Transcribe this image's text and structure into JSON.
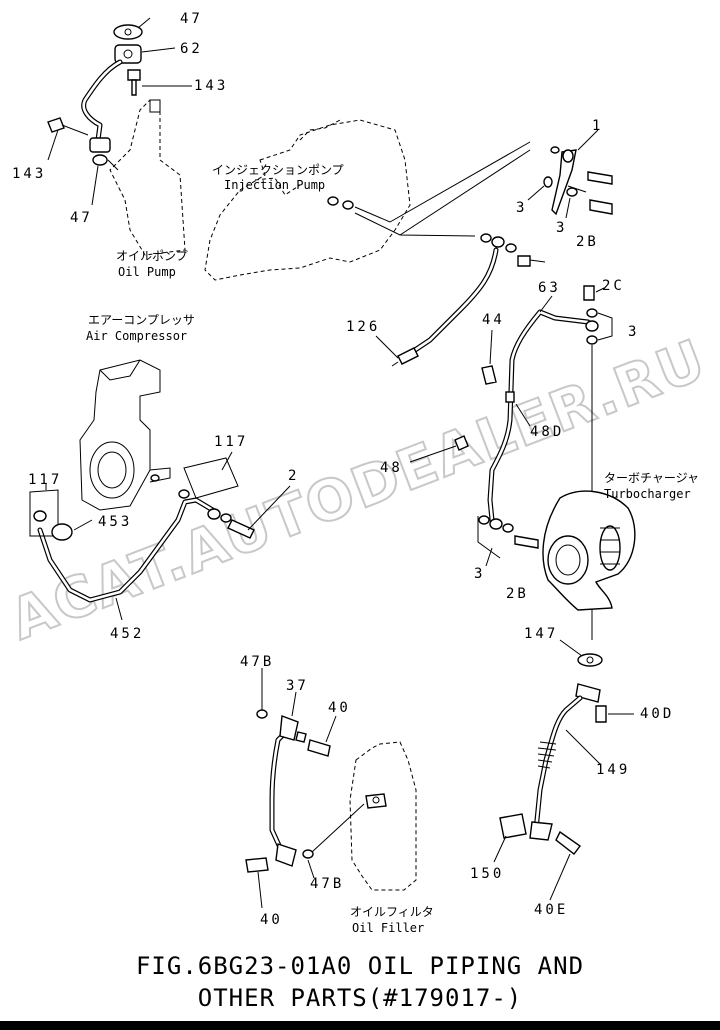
{
  "figure": {
    "caption_line1": "FIG.6BG23-01A0  OIL PIPING AND",
    "caption_line2": "OTHER PARTS(#179017-)"
  },
  "watermark": "ACAT.AUTODEALER.RU",
  "components": {
    "injection_pump": {
      "jp": "インジェクションポンプ",
      "en": "Injection Pump"
    },
    "oil_pump": {
      "jp": "オイルポンプ",
      "en": "Oil Pump"
    },
    "air_compressor": {
      "jp": "エアーコンプレッサ",
      "en": "Air Compressor"
    },
    "turbocharger": {
      "jp": "ターボチャージャ",
      "en": "Turbocharger"
    },
    "oil_filler": {
      "jp": "オイルフィルタ",
      "en": "Oil Filler"
    }
  },
  "part_labels": {
    "p47_top": "47",
    "p62": "62",
    "p143_right": "143",
    "p143_left": "143",
    "p47_left": "47",
    "p1": "1",
    "p3_a": "3",
    "p3_b": "3",
    "p2B_top": "2B",
    "p63": "63",
    "p2C": "2C",
    "p3_c": "3",
    "p44": "44",
    "p126": "126",
    "p48D": "48D",
    "p48": "48",
    "p117_right": "117",
    "p117_left": "117",
    "p2": "2",
    "p453": "453",
    "p452": "452",
    "p3_d": "3",
    "p2B_bottom": "2B",
    "p147": "147",
    "p47B_top": "47B",
    "p37": "37",
    "p40_right": "40",
    "p40D": "40D",
    "p149": "149",
    "p150": "150",
    "p40E": "40E",
    "p47B_bottom": "47B",
    "p40_bottom": "40"
  }
}
